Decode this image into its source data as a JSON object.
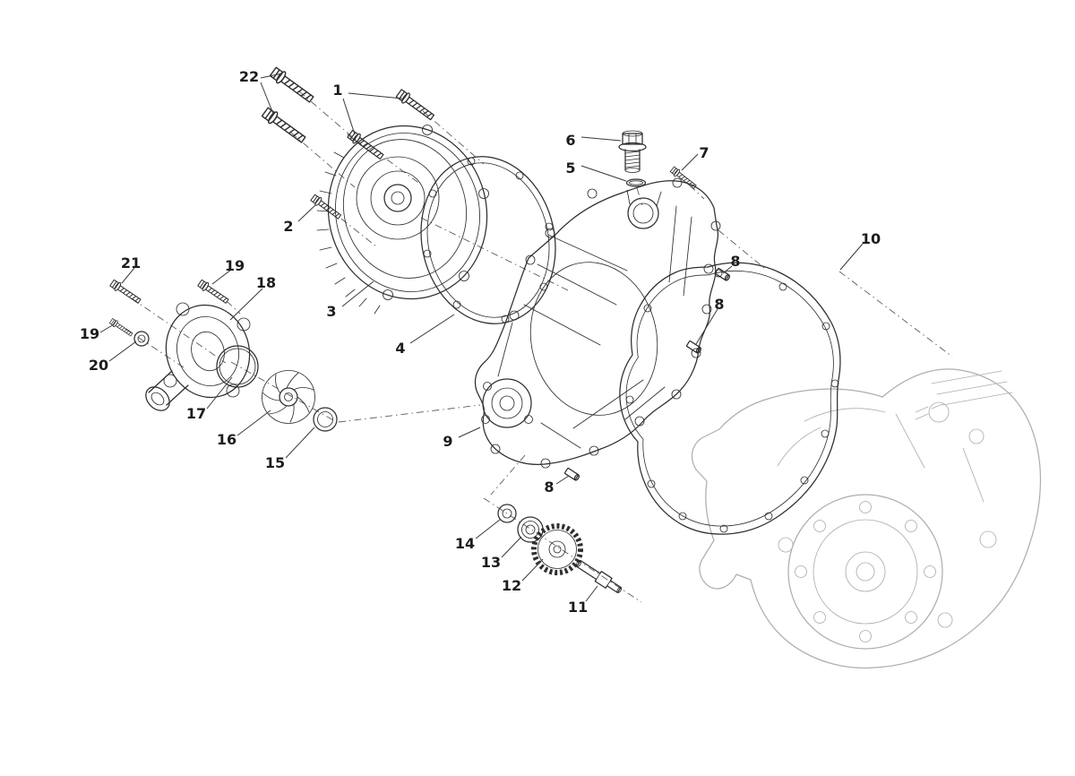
{
  "diagram": {
    "colors": {
      "bg": "#ffffff",
      "line": "#2e2e2e",
      "line-light": "#aeaeae",
      "dash": "#5a5a5a",
      "label": "#1c1c1c"
    },
    "callouts": [
      {
        "label": "22"
      },
      {
        "label": "1"
      },
      {
        "label": "6"
      },
      {
        "label": "5"
      },
      {
        "label": "7"
      },
      {
        "label": "2"
      },
      {
        "label": "21"
      },
      {
        "label": "19"
      },
      {
        "label": "18"
      },
      {
        "label": "3"
      },
      {
        "label": "4"
      },
      {
        "label": "8"
      },
      {
        "label": "8"
      },
      {
        "label": "10"
      },
      {
        "label": "19"
      },
      {
        "label": "20"
      },
      {
        "label": "17"
      },
      {
        "label": "16"
      },
      {
        "label": "15"
      },
      {
        "label": "9"
      },
      {
        "label": "8"
      },
      {
        "label": "14"
      },
      {
        "label": "13"
      },
      {
        "label": "12"
      },
      {
        "label": "11"
      }
    ]
  }
}
